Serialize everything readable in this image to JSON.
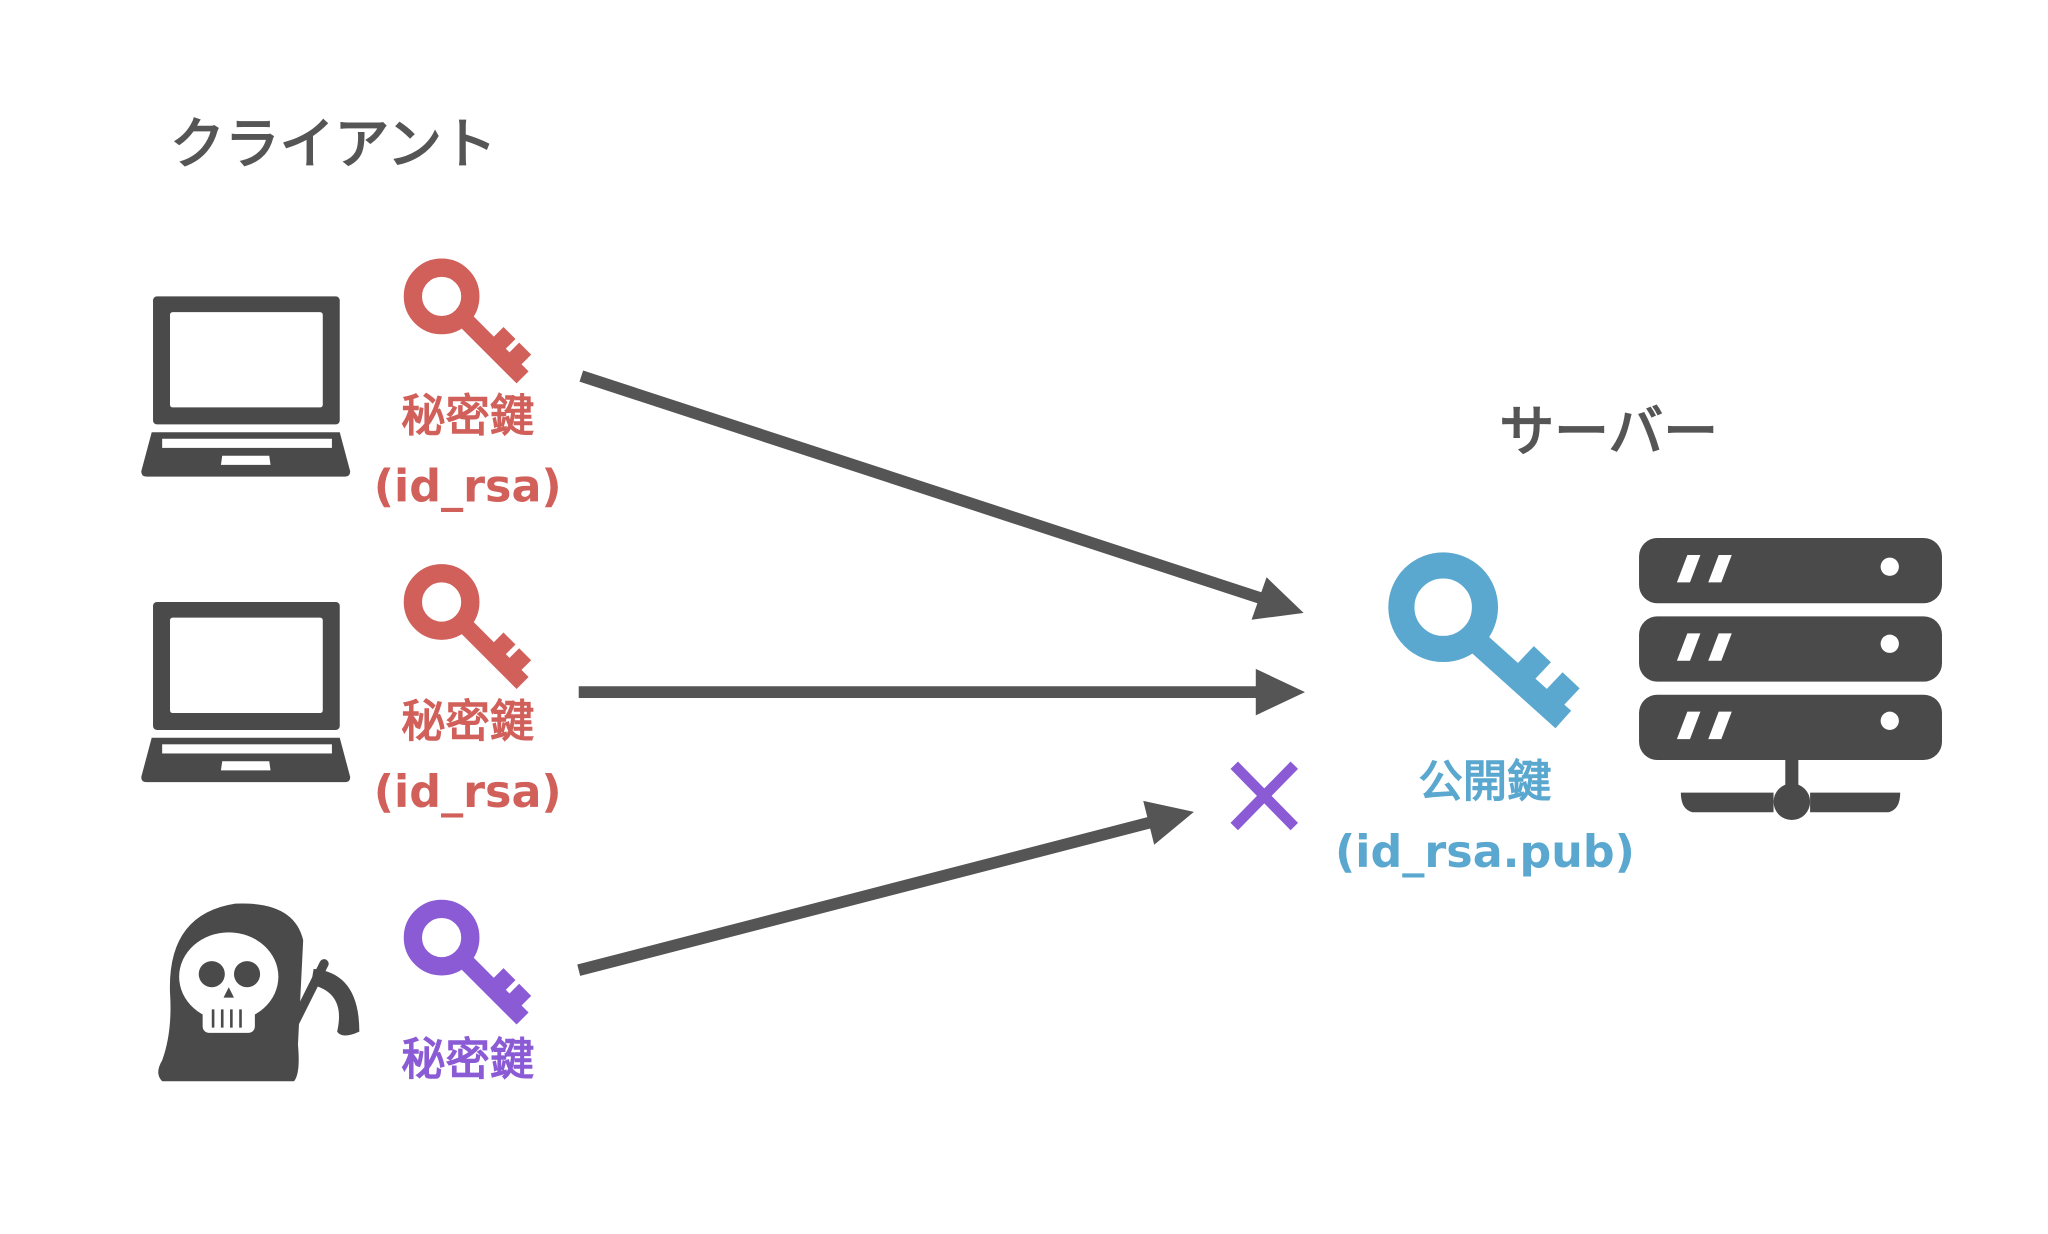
{
  "client": {
    "title": "クライアント"
  },
  "server": {
    "title": "サーバー"
  },
  "clients": [
    {
      "label": "秘密鍵",
      "sublabel": "(id_rsa)",
      "kind": "laptop"
    },
    {
      "label": "秘密鍵",
      "sublabel": "(id_rsa)",
      "kind": "laptop"
    },
    {
      "label": "秘密鍵",
      "kind": "reaper"
    }
  ],
  "public_key": {
    "label": "公開鍵",
    "sublabel": "(id_rsa.pub)"
  },
  "colors": {
    "private_key": "#d15f5a",
    "public_key": "#5aa8cf",
    "attacker_key": "#8b5bd6",
    "icon": "#4a4a4a",
    "arrow": "#555555",
    "text": "#555555"
  }
}
